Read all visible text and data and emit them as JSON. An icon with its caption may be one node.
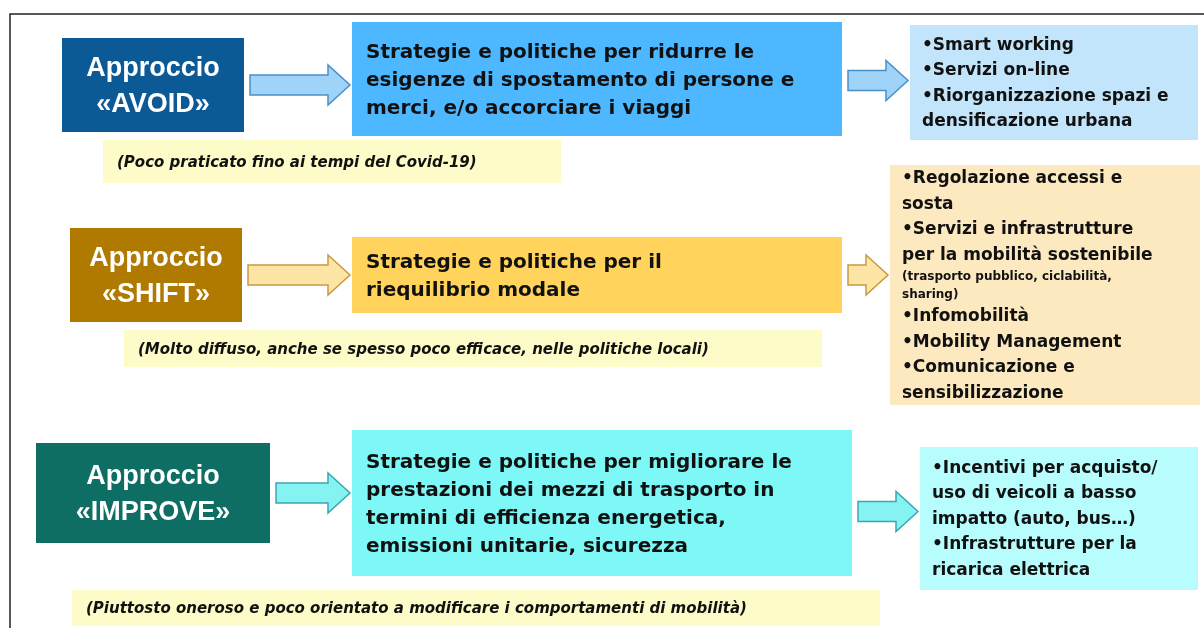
{
  "diagram": {
    "nodes": [
      {
        "text": [
          "Approccio «AVOID»"
        ]
      },
      {
        "text": [
          "Strategie e politiche per ridurre le esigenze di spostamento di persone e merci, e/o accorciare i viaggi"
        ]
      },
      {
        "text": [
          "•Smart working",
          "•Servizi on-line",
          "•Riorganizzazione spazi e densificazione urbana"
        ]
      },
      {
        "text": [
          "(Poco praticato fino ai tempi del Covid-19)"
        ]
      },
      {
        "text": [
          "Approccio «SHIFT»"
        ]
      },
      {
        "text": [
          "Strategie e politiche per il riequilibrio modale"
        ]
      },
      {
        "text": [
          "•Regolazione accessi e sosta",
          "•Servizi e infrastrutture per la mobilità sostenibile",
          "(trasporto pubblico, ciclabilità, sharing)",
          "•Infomobilità",
          "•Mobility Management",
          "•Comunicazione e sensibilizzazione"
        ]
      },
      {
        "text": [
          "(Molto diffuso, anche se spesso poco efficace, nelle politiche locali)"
        ]
      },
      {
        "text": [
          "Approccio «IMPROVE»"
        ]
      },
      {
        "text": [
          "Strategie e politiche per migliorare le prestazioni dei mezzi di trasporto in termini di efficienza energetica, emissioni unitarie, sicurezza"
        ]
      },
      {
        "text": [
          "•Incentivi per acquisto/ uso di veicoli a basso impatto (auto, bus…)",
          "•Infrastrutture per la ricarica elettrica"
        ]
      },
      {
        "text": [
          "(Piuttosto oneroso e poco orientato a modificare i comportamenti di mobilità)"
        ]
      }
    ],
    "edges": [
      {
        "from": 0,
        "to": 1,
        "arrow": "to",
        "color": "#9fd3f7"
      },
      {
        "from": 1,
        "to": 2,
        "arrow": "to",
        "color": "#9fd3f7"
      },
      {
        "from": 4,
        "to": 5,
        "arrow": "to",
        "color": "#fde5a6"
      },
      {
        "from": 5,
        "to": 6,
        "arrow": "to",
        "color": "#fde5a6"
      },
      {
        "from": 8,
        "to": 9,
        "arrow": "to",
        "color": "#86f3f3"
      },
      {
        "from": 9,
        "to": 10,
        "arrow": "to",
        "color": "#86f3f3"
      }
    ]
  }
}
